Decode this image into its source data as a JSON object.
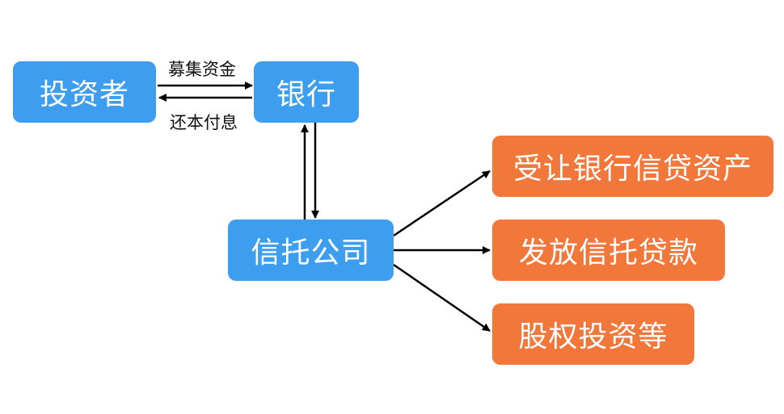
{
  "nodes": {
    "investor": "投资者",
    "bank": "银行",
    "trust_company": "信托公司",
    "outputs": [
      "受让银行信贷资产",
      "发放信托贷款",
      "股权投资等"
    ]
  },
  "edges": {
    "raise_funds": "募集资金",
    "repay_interest": "还本付息"
  },
  "colors": {
    "node_blue": "#3d9ef0",
    "node_orange": "#f2773a",
    "arrow": "#000000"
  }
}
